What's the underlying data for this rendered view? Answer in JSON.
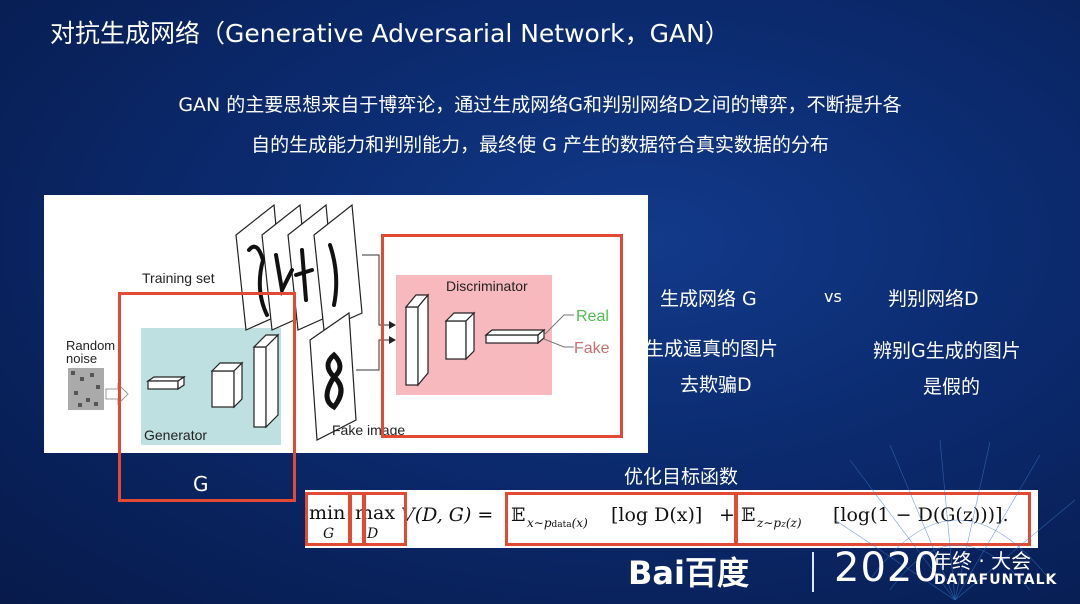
{
  "title": "对抗生成网络（Generative Adversarial Network，GAN）",
  "intro": {
    "line1": "GAN 的主要思想来自于博弈论，通过生成网络G和判别网络D之间的博弈，不断提升各",
    "line2": "自的生成能力和判别能力，最终使 G 产生的数据符合真实数据的分布"
  },
  "diagram": {
    "training_set": "Training set",
    "random_noise_1": "Random",
    "random_noise_2": "noise",
    "generator": "Generator",
    "discriminator": "Discriminator",
    "fake_image": "Fake image",
    "real": "Real",
    "fake": "Fake"
  },
  "g_label": "G",
  "sides": {
    "generator_title": "生成网络 G",
    "vs": "vs",
    "discriminator_title": "判别网络D",
    "generator_desc_1": "生成逼真的图片",
    "generator_desc_2": "去欺骗D",
    "discriminator_desc_1": "辨别G生成的图片",
    "discriminator_desc_2": "是假的"
  },
  "objective": {
    "label": "优化目标函数",
    "min": "min",
    "min_sub": "G",
    "max": "max",
    "max_sub": "D",
    "value": "V(D, G) =",
    "term1_e": "𝔼",
    "term1_sub": "x∼p",
    "term1_subsub": "data",
    "term1_sub_end": "(x)",
    "term1_body": "[log D(x)]",
    "plus": "+",
    "term2_e": "𝔼",
    "term2_sub": "z∼p",
    "term2_subsub": "z",
    "term2_sub_end": "(z)",
    "term2_body": "[log(1 − D(G(z)))]."
  },
  "footer": {
    "baidu": "Bai百度",
    "year": "2020",
    "year_sub": "年终 · 大会",
    "datafuntalk": "DATAFUNTALK"
  },
  "colors": {
    "background": "#0b2a6e",
    "highlight_box": "#e24a33",
    "generator_panel": "#bfe0e0",
    "discriminator_panel": "#f7b9bd",
    "real_text": "#4cbf4c",
    "fake_text": "#c77070"
  }
}
